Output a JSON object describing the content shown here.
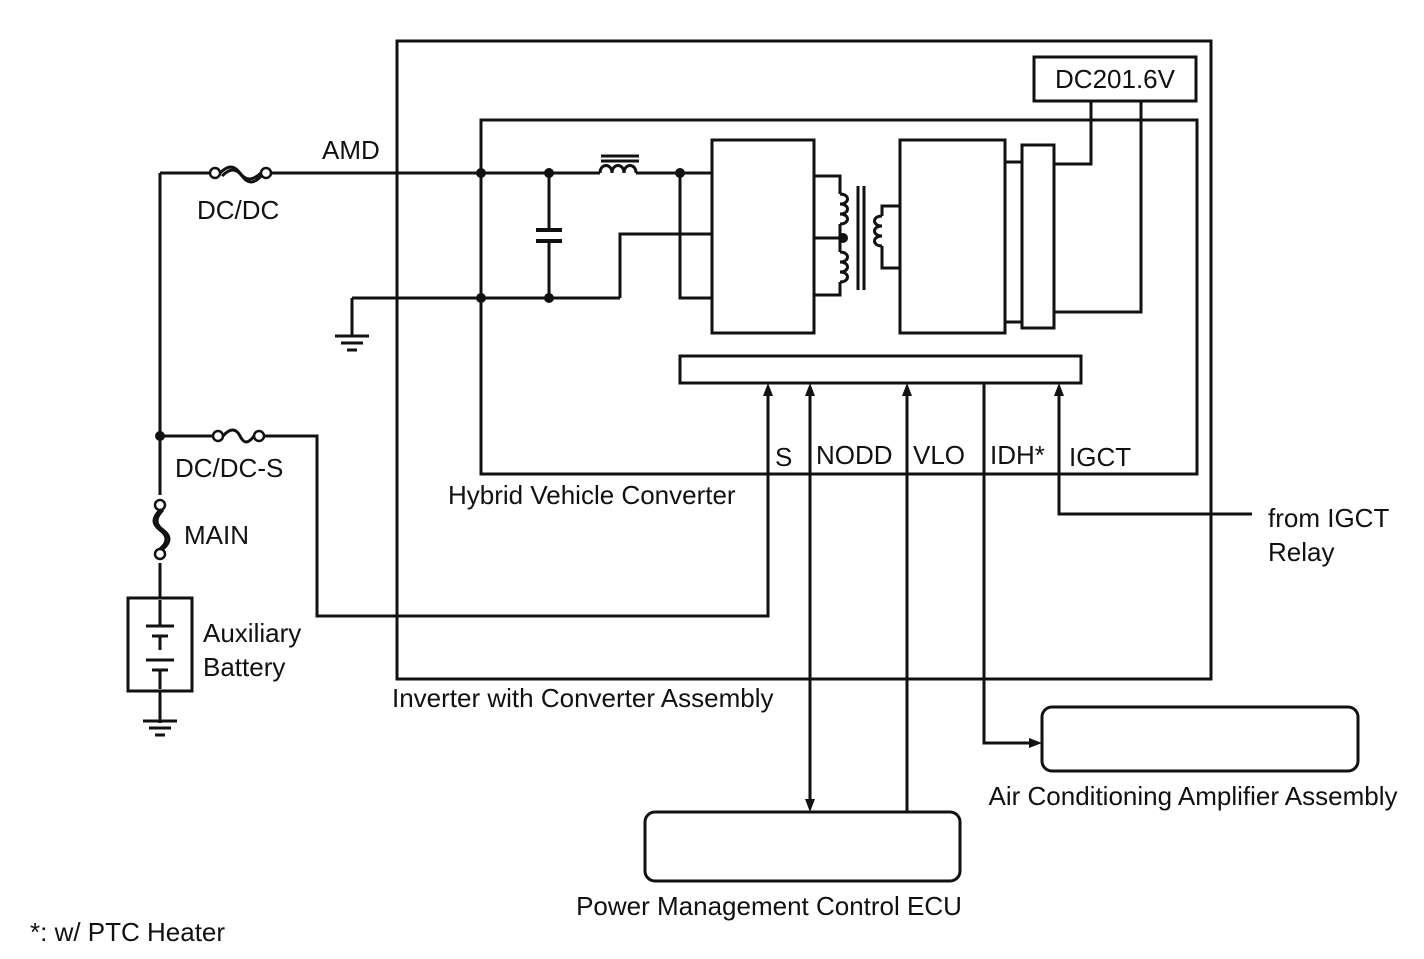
{
  "labels": {
    "amd": "AMD",
    "dcdc_fuse": "DC/DC",
    "dcdc_s_fuse": "DC/DC-S",
    "main_fuse": "MAIN",
    "aux_battery_line1": "Auxiliary",
    "aux_battery_line2": "Battery",
    "dc_voltage": "DC201.6V",
    "hv_converter": "Hybrid Vehicle Converter",
    "inverter_assembly": "Inverter with Converter Assembly",
    "terminal_s": "S",
    "terminal_nodd": "NODD",
    "terminal_vlo": "VLO",
    "terminal_idh": "IDH*",
    "terminal_igct": "IGCT",
    "igct_relay_line1": "from IGCT",
    "igct_relay_line2": "Relay",
    "ac_amplifier": "Air Conditioning Amplifier Assembly",
    "pm_ecu": "Power Management Control ECU",
    "footnote": "*: w/ PTC Heater"
  }
}
